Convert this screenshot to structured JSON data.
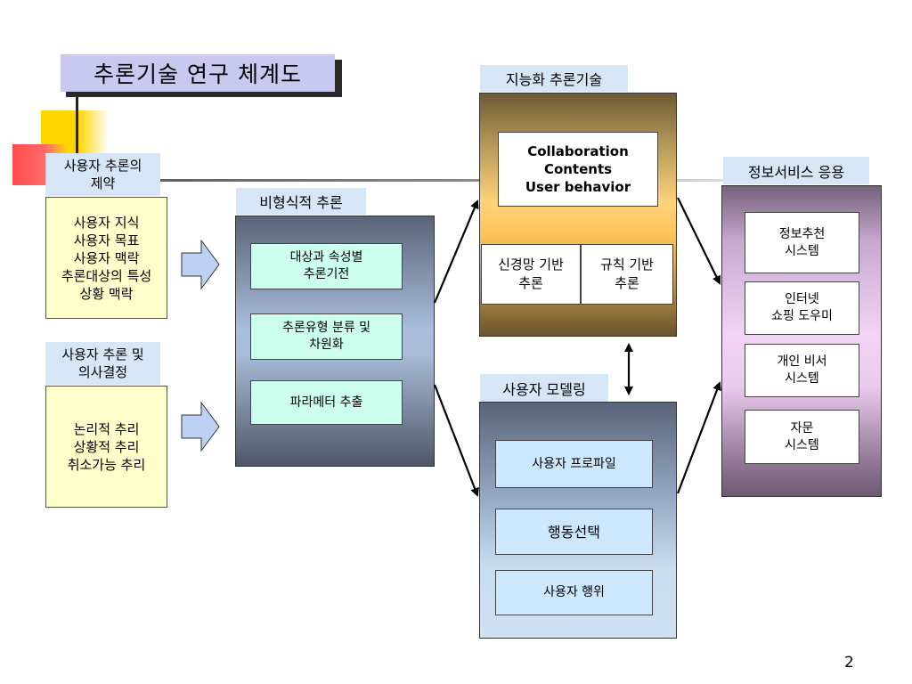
{
  "title": "추론기술 연구 체계도",
  "page_number": "2",
  "constraints": {
    "header_line1": "사용자 추론의",
    "header_line2": "제약",
    "items": [
      "사용자 지식",
      "사용자 목표",
      "사용자 맥락",
      "추론대상의 특성",
      "상황 맥락"
    ]
  },
  "decision": {
    "header_line1": "사용자 추론 및",
    "header_line2": "의사결정",
    "items": [
      "논리적 추리",
      "상황적 추리",
      "취소가능 추리"
    ]
  },
  "informal": {
    "header": "비형식적 추론",
    "box1_line1": "대상과 속성별",
    "box1_line2": "추론기전",
    "box2_line1": "추론유형 분류 및",
    "box2_line2": "차원화",
    "box3": "파라메터 추출"
  },
  "intelligent": {
    "header": "지능화 추론기술",
    "inner_line1": "Collaboration",
    "inner_line2": "Contents",
    "inner_line3": "User behavior",
    "left_line1": "신경망 기반",
    "left_line2": "추론",
    "right_line1": "규칙 기반",
    "right_line2": "추론"
  },
  "modeling": {
    "header": "사용자 모델링",
    "box1": "사용자 프로파일",
    "box2": "행동선택",
    "box3": "사용자 행위"
  },
  "services": {
    "header": "정보서비스 응용",
    "item1_line1": "정보추천",
    "item1_line2": "시스템",
    "item2_line1": "인터넷",
    "item2_line2": "쇼핑 도우미",
    "item3_line1": "개인 비서",
    "item3_line2": "시스템",
    "item4_line1": "자문",
    "item4_line2": "시스템"
  },
  "colors": {
    "title_bg": "#c8c8f0",
    "label_bg": "#d6e6f7",
    "yellow_box": "#ffffcc",
    "mint_box": "#ccffee",
    "light_blue_box": "#cce8ff"
  }
}
